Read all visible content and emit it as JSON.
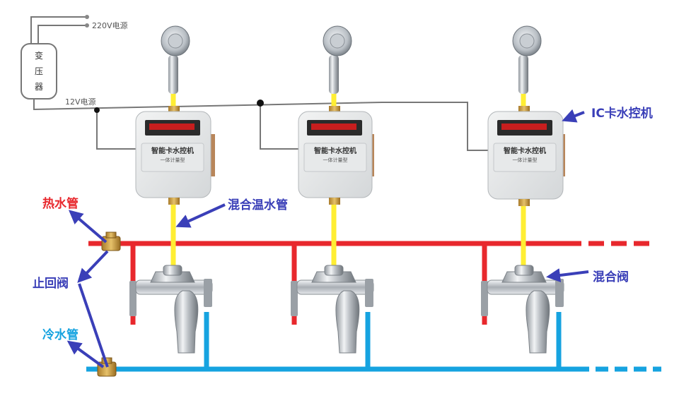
{
  "labels": {
    "power_220v": "220V电源",
    "power_12v": "12V电源",
    "transformer_chars": [
      "变",
      "压",
      "器"
    ],
    "ic_controller": "IC卡水控机",
    "mixed_warm_pipe": "混合温水管",
    "hot_pipe": "热水管",
    "check_valve": "止回阀",
    "cold_pipe": "冷水管",
    "mixing_valve": "混合阀"
  },
  "device": {
    "title": "智能卡水控机",
    "subtitle": "一体计量型"
  },
  "colors": {
    "hot_pipe": "#e8282d",
    "cold_pipe": "#16a3e0",
    "warm_pipe": "#ffee33",
    "annotation_arrow": "#3a3fb8",
    "wire": "#777777",
    "display": "#c81e1e"
  }
}
